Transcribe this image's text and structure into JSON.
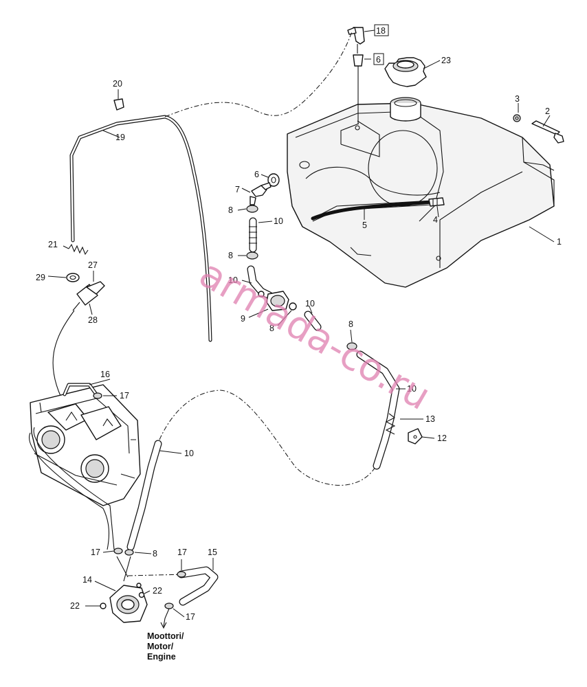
{
  "labels": [
    {
      "id": "1",
      "text": "1"
    },
    {
      "id": "2",
      "text": "2"
    },
    {
      "id": "3",
      "text": "3"
    },
    {
      "id": "4",
      "text": "4"
    },
    {
      "id": "5",
      "text": "5"
    },
    {
      "id": "6a",
      "text": "6"
    },
    {
      "id": "6b",
      "text": "6"
    },
    {
      "id": "7",
      "text": "7"
    },
    {
      "id": "8a",
      "text": "8"
    },
    {
      "id": "8b",
      "text": "8"
    },
    {
      "id": "8c",
      "text": "8"
    },
    {
      "id": "8d",
      "text": "8"
    },
    {
      "id": "8e",
      "text": "8"
    },
    {
      "id": "9",
      "text": "9"
    },
    {
      "id": "10a",
      "text": "10"
    },
    {
      "id": "10b",
      "text": "10"
    },
    {
      "id": "10c",
      "text": "10"
    },
    {
      "id": "10d",
      "text": "10"
    },
    {
      "id": "10e",
      "text": "10"
    },
    {
      "id": "12",
      "text": "12"
    },
    {
      "id": "13",
      "text": "13"
    },
    {
      "id": "14",
      "text": "14"
    },
    {
      "id": "15",
      "text": "15"
    },
    {
      "id": "16",
      "text": "16"
    },
    {
      "id": "17a",
      "text": "17"
    },
    {
      "id": "17b",
      "text": "17"
    },
    {
      "id": "17c",
      "text": "17"
    },
    {
      "id": "17d",
      "text": "17"
    },
    {
      "id": "18",
      "text": "18"
    },
    {
      "id": "19",
      "text": "19"
    },
    {
      "id": "20",
      "text": "20"
    },
    {
      "id": "21",
      "text": "21"
    },
    {
      "id": "22a",
      "text": "22"
    },
    {
      "id": "22b",
      "text": "22"
    },
    {
      "id": "23",
      "text": "23"
    },
    {
      "id": "27",
      "text": "27"
    },
    {
      "id": "28",
      "text": "28"
    },
    {
      "id": "29",
      "text": "29"
    }
  ],
  "engine_note": [
    "Moottori/",
    "Motor/",
    "Engine"
  ],
  "watermark": "armada-co.ru",
  "colors": {
    "line": "#111111",
    "watermark": "#e07fb0"
  }
}
